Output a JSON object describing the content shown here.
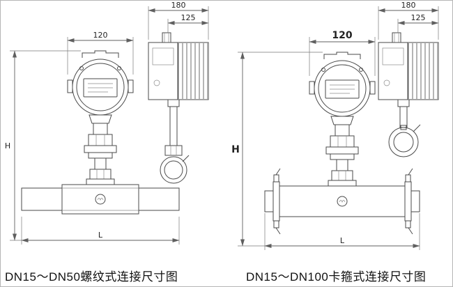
{
  "diagram": {
    "left": {
      "caption": "DN15～DN50螺纹式连接尺寸图",
      "dim_head_width": "120",
      "dim_side_width": "180",
      "dim_side_offset": "125",
      "dim_height": "H",
      "dim_length": "L"
    },
    "right": {
      "caption": "DN15～DN100卡箍式连接尺寸图",
      "dim_head_width": "120",
      "dim_side_width": "180",
      "dim_side_offset": "125",
      "dim_height": "H",
      "dim_length": "L"
    }
  },
  "colors": {
    "line": "#4a4a4a",
    "dimension": "#5f5f5f",
    "text": "#111111",
    "background": "#ffffff"
  }
}
